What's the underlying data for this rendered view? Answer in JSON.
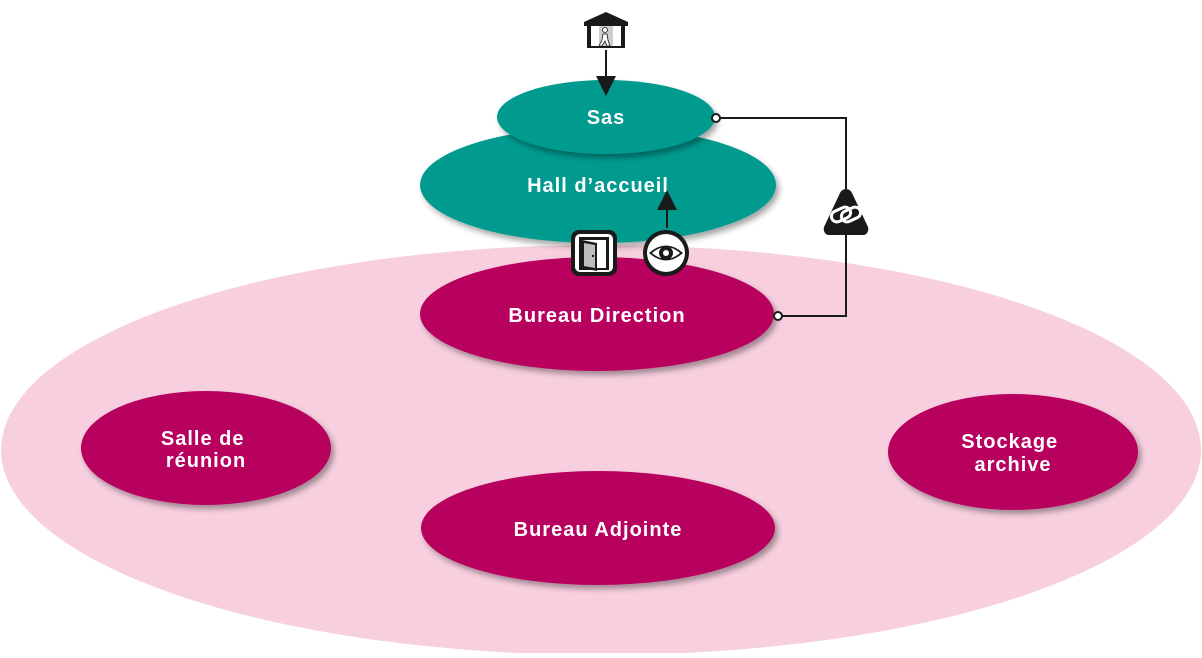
{
  "colors": {
    "zone_fill": "#f7cfdf",
    "magenta": "#b8005e",
    "teal": "#009a8e",
    "line": "#1a1a1a",
    "label": "#ffffff"
  },
  "rooms": {
    "sas": "Sas",
    "hall": "Hall d’accueil",
    "bureau_direction": "Bureau Direction",
    "salle_reunion": [
      "Salle de",
      "réunion"
    ],
    "stockage_archive": [
      "Stockage",
      "archive"
    ],
    "bureau_adjointe": "Bureau Adjointe"
  },
  "icons": {
    "entrance": "person-entering-door-icon",
    "door": "door-icon",
    "surveillance": "eye-icon",
    "link": "chain-link-icon"
  }
}
